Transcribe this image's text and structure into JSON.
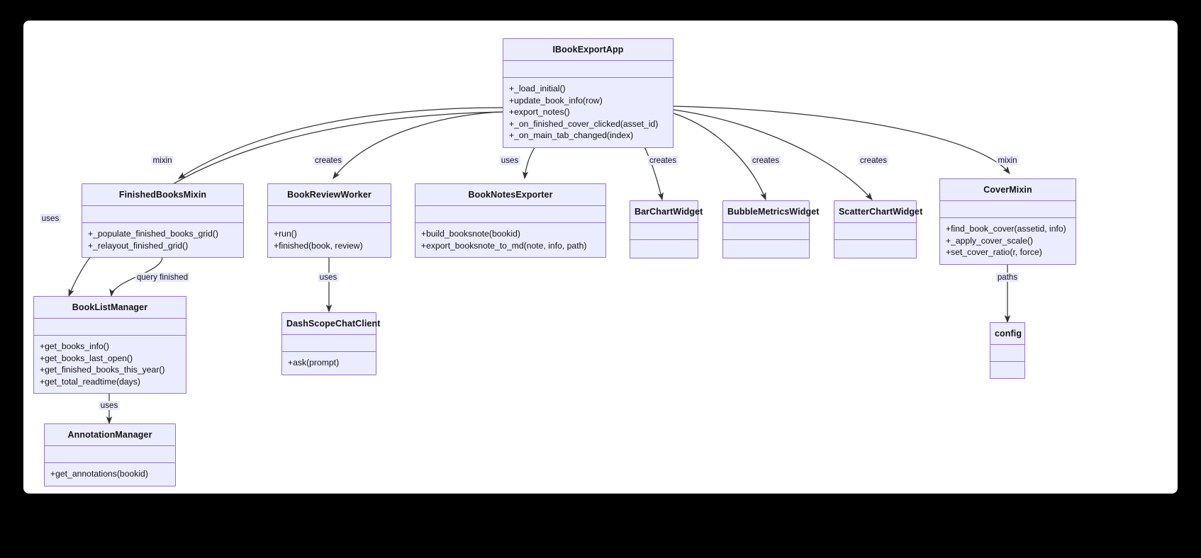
{
  "diagram": {
    "kind": "uml-class-diagram",
    "background": "#000000",
    "surface_color": "#ffffff",
    "class_fill": "#ececff",
    "class_border": "#9370db",
    "edge_color": "#333333",
    "label_fill": "#e8e8fd"
  },
  "classes": [
    {
      "id": "IBookExportApp",
      "name": "IBookExportApp",
      "attributes": [],
      "methods": [
        "+_load_initial()",
        "+update_book_info(row)",
        "+export_notes()",
        "+_on_finished_cover_clicked(asset_id)",
        "+_on_main_tab_changed(index)"
      ]
    },
    {
      "id": "FinishedBooksMixin",
      "name": "FinishedBooksMixin",
      "attributes": [],
      "methods": [
        "+_populate_finished_books_grid()",
        "+_relayout_finished_grid()"
      ]
    },
    {
      "id": "BookReviewWorker",
      "name": "BookReviewWorker",
      "attributes": [],
      "methods": [
        "+run()",
        "+finished(book, review)"
      ]
    },
    {
      "id": "BookNotesExporter",
      "name": "BookNotesExporter",
      "attributes": [],
      "methods": [
        "+build_booksnote(bookid)",
        "+export_booksnote_to_md(note, info, path)"
      ]
    },
    {
      "id": "BarChartWidget",
      "name": "BarChartWidget",
      "attributes": [],
      "methods": []
    },
    {
      "id": "BubbleMetricsWidget",
      "name": "BubbleMetricsWidget",
      "attributes": [],
      "methods": []
    },
    {
      "id": "ScatterChartWidget",
      "name": "ScatterChartWidget",
      "attributes": [],
      "methods": []
    },
    {
      "id": "CoverMixin",
      "name": "CoverMixin",
      "attributes": [],
      "methods": [
        "+find_book_cover(assetid, info)",
        "+_apply_cover_scale()",
        "+set_cover_ratio(r, force)"
      ]
    },
    {
      "id": "BookListManager",
      "name": "BookListManager",
      "attributes": [],
      "methods": [
        "+get_books_info()",
        "+get_books_last_open()",
        "+get_finished_books_this_year()",
        "+get_total_readtime(days)"
      ]
    },
    {
      "id": "DashScopeChatClient",
      "name": "DashScopeChatClient",
      "attributes": [],
      "methods": [
        "+ask(prompt)"
      ]
    },
    {
      "id": "AnnotationManager",
      "name": "AnnotationManager",
      "attributes": [],
      "methods": [
        "+get_annotations(bookid)"
      ]
    },
    {
      "id": "config",
      "name": "config",
      "attributes": [],
      "methods": []
    }
  ],
  "edges": [
    {
      "from": "IBookExportApp",
      "to": "FinishedBooksMixin",
      "label": "mixin"
    },
    {
      "from": "IBookExportApp",
      "to": "BookListManager",
      "label": "uses"
    },
    {
      "from": "IBookExportApp",
      "to": "BookReviewWorker",
      "label": "creates"
    },
    {
      "from": "IBookExportApp",
      "to": "BookNotesExporter",
      "label": "uses"
    },
    {
      "from": "IBookExportApp",
      "to": "BarChartWidget",
      "label": "creates"
    },
    {
      "from": "IBookExportApp",
      "to": "BubbleMetricsWidget",
      "label": "creates"
    },
    {
      "from": "IBookExportApp",
      "to": "ScatterChartWidget",
      "label": "creates"
    },
    {
      "from": "IBookExportApp",
      "to": "CoverMixin",
      "label": "mixin"
    },
    {
      "from": "FinishedBooksMixin",
      "to": "BookListManager",
      "label": "query finished"
    },
    {
      "from": "BookReviewWorker",
      "to": "DashScopeChatClient",
      "label": "uses"
    },
    {
      "from": "BookListManager",
      "to": "AnnotationManager",
      "label": "uses"
    },
    {
      "from": "CoverMixin",
      "to": "config",
      "label": "paths"
    }
  ]
}
